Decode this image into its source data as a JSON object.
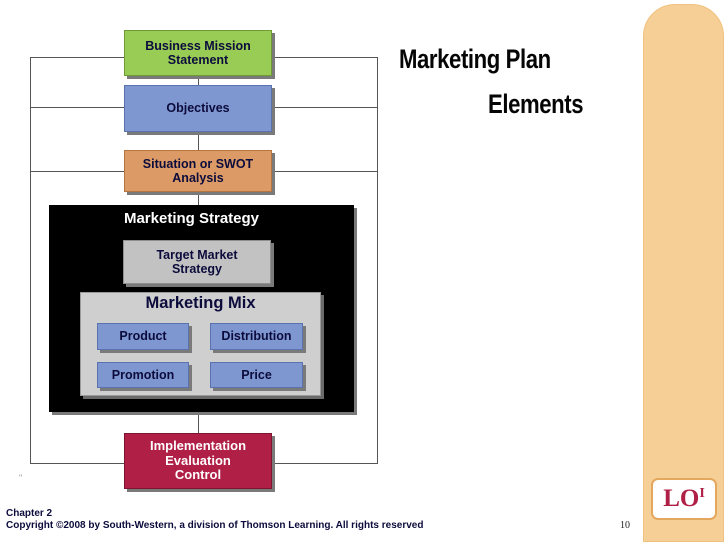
{
  "slide": {
    "title_line1": "Marketing Plan",
    "title_line2": "Elements"
  },
  "diagram": {
    "mission": {
      "line1": "Business Mission",
      "line2": "Statement"
    },
    "objectives": "Objectives",
    "swot": {
      "line1": "Situation or SWOT",
      "line2": "Analysis"
    },
    "strategy_title": "Marketing Strategy",
    "target": {
      "line1": "Target Market",
      "line2": "Strategy"
    },
    "mix_title": "Marketing Mix",
    "mix_items": {
      "product": "Product",
      "distribution": "Distribution",
      "promotion": "Promotion",
      "price": "Price"
    },
    "implementation": {
      "line1": "Implementation",
      "line2": "Evaluation",
      "line3": "Control"
    }
  },
  "badge": {
    "text": "LO",
    "sup": "I"
  },
  "footer": {
    "chapter": "Chapter 2",
    "copyright": "Copyright ©2008 by South-Western, a division of Thomson Learning.  All rights reserved",
    "page_number": "10",
    "mark": "\""
  },
  "colors": {
    "mission": "#99cc55",
    "objectives": "#7f97d0",
    "swot": "#dc9a66",
    "strategy_frame": "#000000",
    "target": "#c2c2c2",
    "mix_panel": "#cfcfcf",
    "implementation": "#b01f45",
    "side_bar": "#f6cf96"
  }
}
